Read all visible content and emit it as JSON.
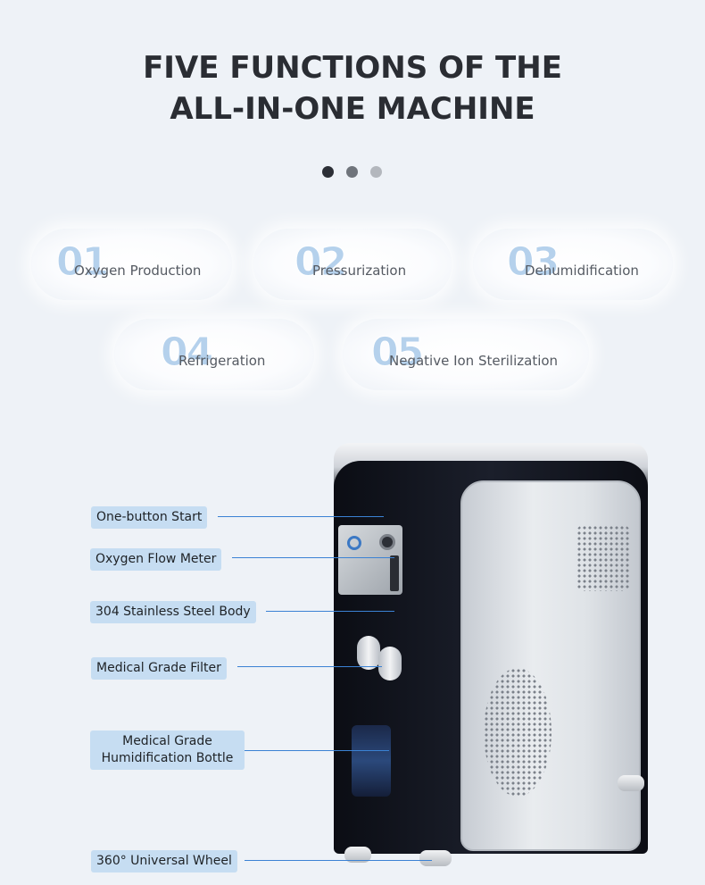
{
  "header": {
    "title_line_1": "FIVE FUNCTIONS OF THE",
    "title_line_2": "ALL-IN-ONE MACHINE"
  },
  "pager": {
    "dot_colors": [
      "#2c2f36",
      "#6f747b",
      "#b3b7bd"
    ]
  },
  "functions": [
    {
      "number": "01",
      "label": "Oxygen Production"
    },
    {
      "number": "02",
      "label": "Pressurization"
    },
    {
      "number": "03",
      "label": "Dehumidification"
    },
    {
      "number": "04",
      "label": "Refrigeration"
    },
    {
      "number": "05",
      "label": "Negative Ion Sterilization"
    }
  ],
  "callouts": [
    {
      "label": "One-button Start"
    },
    {
      "label": "Oxygen Flow Meter"
    },
    {
      "label": "304 Stainless Steel Body"
    },
    {
      "label": "Medical Grade Filter"
    },
    {
      "label_line_1": "Medical Grade",
      "label_line_2": "Humidification Bottle"
    },
    {
      "label": "360° Universal Wheel"
    }
  ],
  "colors": {
    "background": "#eef2f7",
    "title": "#2a2d33",
    "number_accent": "#b5d1ec",
    "callout_fill": "#c6ddf2",
    "leader_line": "#3b82d4"
  }
}
